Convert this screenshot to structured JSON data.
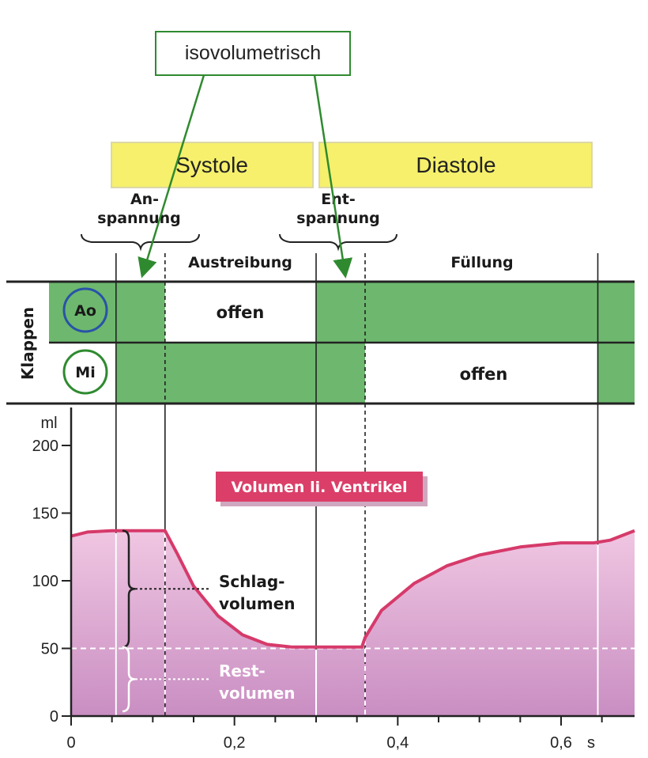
{
  "chart_data": {
    "type": "area",
    "title": "Volumen li. Ventrikel",
    "y_unit": "ml",
    "x_unit": "s",
    "xlim": [
      0,
      0.69
    ],
    "ylim": [
      0,
      200
    ],
    "x_ticks": [
      0,
      0.2,
      0.4,
      0.6
    ],
    "x_tick_labels": [
      "0",
      "0,2",
      "0,4",
      "0,6"
    ],
    "y_ticks": [
      0,
      50,
      100,
      150,
      200
    ],
    "y_tick_labels": [
      "0",
      "50",
      "100",
      "150",
      "200"
    ],
    "series": [
      {
        "x": [
          0,
          0.02,
          0.05,
          0.115,
          0.13,
          0.15,
          0.18,
          0.21,
          0.24,
          0.27,
          0.3,
          0.356,
          0.36,
          0.38,
          0.42,
          0.46,
          0.5,
          0.55,
          0.6,
          0.64,
          0.66,
          0.69
        ],
        "y": [
          133,
          136,
          137,
          137,
          120,
          96,
          74,
          60,
          53,
          51,
          51,
          51,
          58,
          78,
          98,
          111,
          119,
          125,
          128,
          128,
          130,
          137
        ]
      }
    ],
    "reference_lines": {
      "y": 50,
      "x": [
        0.055,
        0.115,
        0.3,
        0.36,
        0.645
      ]
    },
    "annotations": {
      "stroke_volume": "Schlag-\nvolumen",
      "residual_volume": "Rest-\nvolumen"
    }
  },
  "labels": {
    "callout": "isovolumetrisch",
    "systole": "Systole",
    "diastole": "Diastole",
    "anspannung_1": "An-",
    "anspannung_2": "spannung",
    "entspannung_1": "Ent-",
    "entspannung_2": "spannung",
    "austreibung": "Austreibung",
    "fuellung": "Füllung",
    "klappen": "Klappen",
    "ao": "Ao",
    "mi": "Mi",
    "offen_ao": "offen",
    "offen_mi": "offen"
  },
  "colors": {
    "curve": "#d63a6a",
    "fill_top": "#f0c6e2",
    "fill_bottom": "#c98ec2",
    "valve_green": "#6db86e",
    "phase_yellow": "#f6f06c",
    "callout_green": "#2f8a2f",
    "ao_circle": "#2a52a8",
    "mi_circle": "#2f8a2f",
    "title_box": "#db3f69"
  }
}
